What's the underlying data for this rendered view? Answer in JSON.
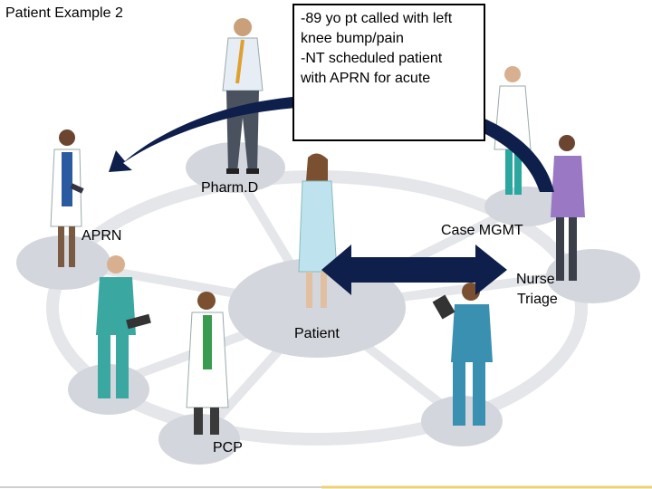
{
  "title": "Patient Example 2",
  "note_lines": [
    "-89 yo pt called with left",
    "knee bump/pain",
    "-NT scheduled patient",
    "with APRN for acute"
  ],
  "labels": {
    "pharmd": "Pharm.D",
    "aprn": "APRN",
    "case_mgmt": "Case MGMT",
    "nurse": "Nurse",
    "triage": "Triage",
    "patient": "Patient",
    "pcp": "PCP"
  },
  "colors": {
    "arrow": "#0d1f4a",
    "disc": "#d3d6dc",
    "ring": "#e4e6ea",
    "scrubs": "#3aa7a0",
    "gown": "#bfe3ee",
    "accent_line": "#e8d37a"
  }
}
